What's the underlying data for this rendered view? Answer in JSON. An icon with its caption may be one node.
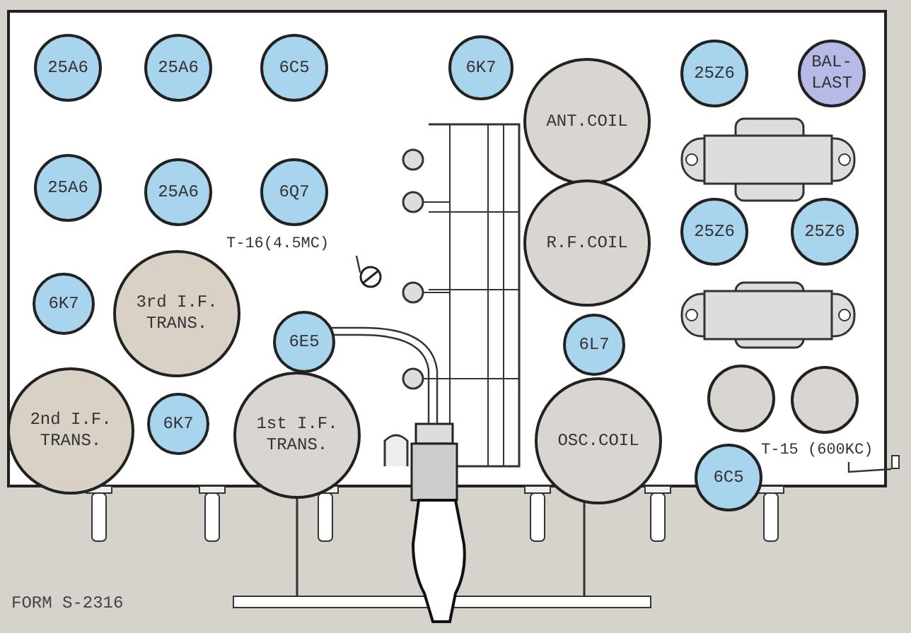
{
  "diagram": {
    "nodes": [
      {
        "text": [
          "25A6"
        ]
      },
      {
        "text": [
          "25A6"
        ]
      },
      {
        "text": [
          "6C5"
        ]
      },
      {
        "text": [
          "6K7"
        ]
      },
      {
        "text": [
          "25Z6"
        ]
      },
      {
        "text": [
          "BAL-LAST"
        ]
      },
      {
        "text": [
          "ANT.COIL"
        ]
      },
      {
        "text": [
          "25A6"
        ]
      },
      {
        "text": [
          "25A6"
        ]
      },
      {
        "text": [
          "6Q7"
        ]
      },
      {
        "text": [
          "R.F.COIL"
        ]
      },
      {
        "text": [
          "25Z6"
        ]
      },
      {
        "text": [
          "25Z6"
        ]
      },
      {
        "text": [
          "T-16(4.5MC)"
        ]
      },
      {
        "text": [],
        "shape": "circle"
      },
      {
        "text": [
          "6K7"
        ]
      },
      {
        "text": [
          "3rd I.F. TRANS."
        ]
      },
      {
        "text": [
          "6E5"
        ]
      },
      {
        "text": [
          "6L7"
        ]
      },
      {
        "text": [],
        "shape": "circle"
      },
      {
        "text": [],
        "shape": "circle"
      },
      {
        "text": [
          "2nd I.F. TRANS."
        ]
      },
      {
        "text": [
          "6K7"
        ]
      },
      {
        "text": [
          "1st I.F. TRANS."
        ]
      },
      {
        "text": [
          "OSC.COIL"
        ]
      },
      {
        "text": [
          "T-15 (600KC)"
        ]
      },
      {
        "text": [],
        "shape": "box"
      },
      {
        "text": [
          "6C5"
        ]
      }
    ],
    "edges": [
      {
        "from": 13,
        "to": 14,
        "arrow": "none"
      },
      {
        "from": 25,
        "to": 26,
        "arrow": "none"
      }
    ],
    "labels": [
      "FORM S-2316"
    ]
  }
}
